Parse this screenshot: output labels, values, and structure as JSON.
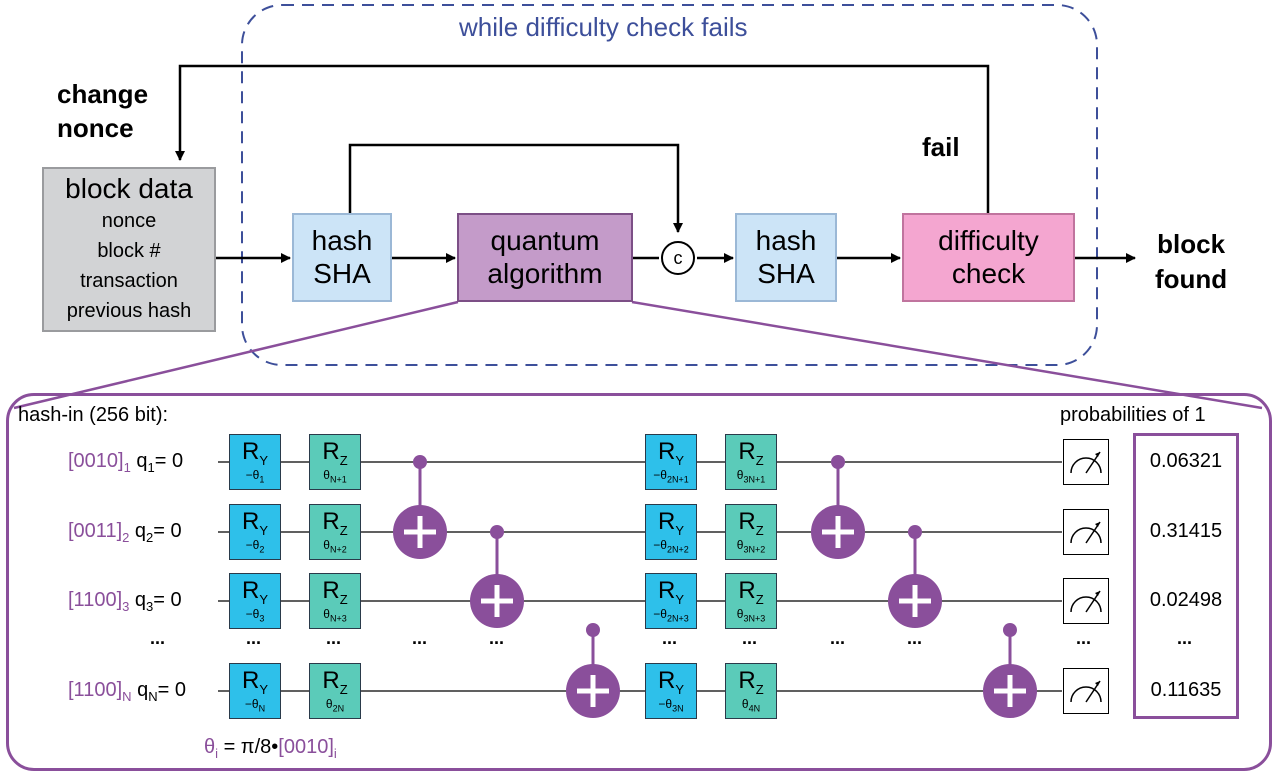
{
  "loop_label": "while difficulty check fails",
  "change_nonce": [
    "change",
    "nonce"
  ],
  "fail_label": "fail",
  "block_found": [
    "block",
    "found"
  ],
  "block_data": {
    "title": "block data",
    "fields": [
      "nonce",
      "block #",
      "transaction",
      "previous hash"
    ]
  },
  "hash1": [
    "hash",
    "SHA"
  ],
  "quantum": [
    "quantum",
    "algorithm"
  ],
  "combine": "c",
  "hash2": [
    "hash",
    "SHA"
  ],
  "difficulty": [
    "difficulty",
    "check"
  ],
  "circuit": {
    "hash_in_label": "hash-in (256 bit):",
    "prob_label": "probabilities of 1",
    "ellipsis": "...",
    "rows": [
      {
        "bits": "[0010]",
        "bit_sub": "1",
        "q": "q",
        "q_sub": "1",
        "q_eq": "= 0",
        "g1_sub": "−θ",
        "g1_idx": "1",
        "g2_sub": "θ",
        "g2_idx": "N+1",
        "g3_sub": "−θ",
        "g3_idx": "2N+1",
        "g4_sub": "θ",
        "g4_idx": "3N+1",
        "prob": "0.06321"
      },
      {
        "bits": "[0011]",
        "bit_sub": "2",
        "q": "q",
        "q_sub": "2",
        "q_eq": "= 0",
        "g1_sub": "−θ",
        "g1_idx": "2",
        "g2_sub": "θ",
        "g2_idx": "N+2",
        "g3_sub": "−θ",
        "g3_idx": "2N+2",
        "g4_sub": "θ",
        "g4_idx": "3N+2",
        "prob": "0.31415"
      },
      {
        "bits": "[1100]",
        "bit_sub": "3",
        "q": "q",
        "q_sub": "3",
        "q_eq": "= 0",
        "g1_sub": "−θ",
        "g1_idx": "3",
        "g2_sub": "θ",
        "g2_idx": "N+3",
        "g3_sub": "−θ",
        "g3_idx": "2N+3",
        "g4_sub": "θ",
        "g4_idx": "3N+3",
        "prob": "0.02498"
      },
      {
        "bits": "[1100]",
        "bit_sub": "N",
        "q": "q",
        "q_sub": "N",
        "q_eq": "= 0",
        "g1_sub": "−θ",
        "g1_idx": "N",
        "g2_sub": "θ",
        "g2_idx": "2N",
        "g3_sub": "−θ",
        "g3_idx": "3N",
        "g4_sub": "θ",
        "g4_idx": "4N",
        "prob": "0.11635"
      }
    ],
    "ry": {
      "main": "R",
      "sub": "Y"
    },
    "rz": {
      "main": "R",
      "sub": "Z"
    },
    "formula": {
      "theta": "θ",
      "theta_sub": "i",
      "rest": " = π/8•",
      "bits": "[0010]",
      "bits_sub": "i"
    }
  },
  "colors": {
    "accent_purple": "#8a4f9b",
    "loop_blue": "#3d4f9a",
    "ry_gate": "#2ec0ea",
    "rz_gate": "#5bcbb9"
  }
}
